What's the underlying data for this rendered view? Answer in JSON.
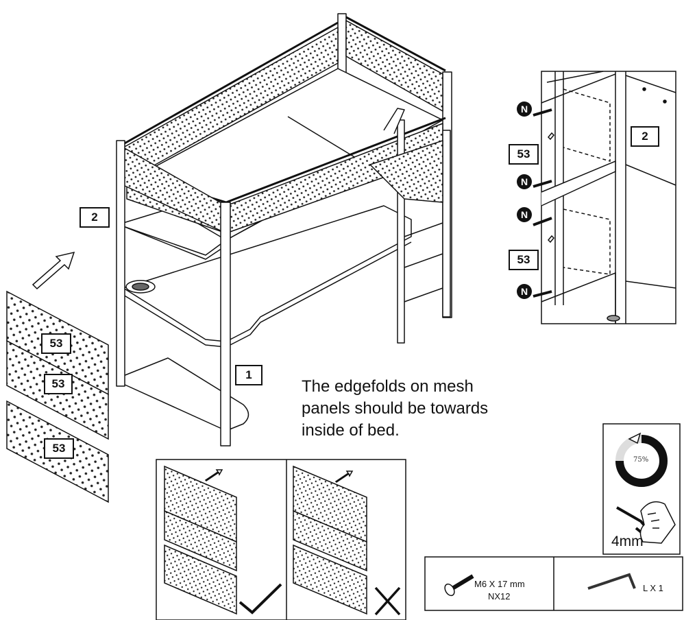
{
  "labels": {
    "main_part_2": "2",
    "main_part_1": "1",
    "panel_top": "53",
    "panel_middle": "53",
    "panel_bottom": "53",
    "detail_part_2": "2",
    "detail_panel_upper": "53",
    "detail_panel_lower": "53"
  },
  "screw_marker": "N",
  "instruction_lines": [
    "The edgefolds on mesh",
    "panels should be towards",
    "inside of bed."
  ],
  "tool": {
    "progress_text": "75%",
    "progress_fraction": 0.75,
    "size": "4mm"
  },
  "hardware": {
    "screw_spec": "M6 X 17 mm",
    "screw_qty": "NX12",
    "allen_key_qty": "L X 1"
  },
  "orientation": {
    "correct_mark": "check-mark",
    "wrong_mark": "x-mark"
  }
}
